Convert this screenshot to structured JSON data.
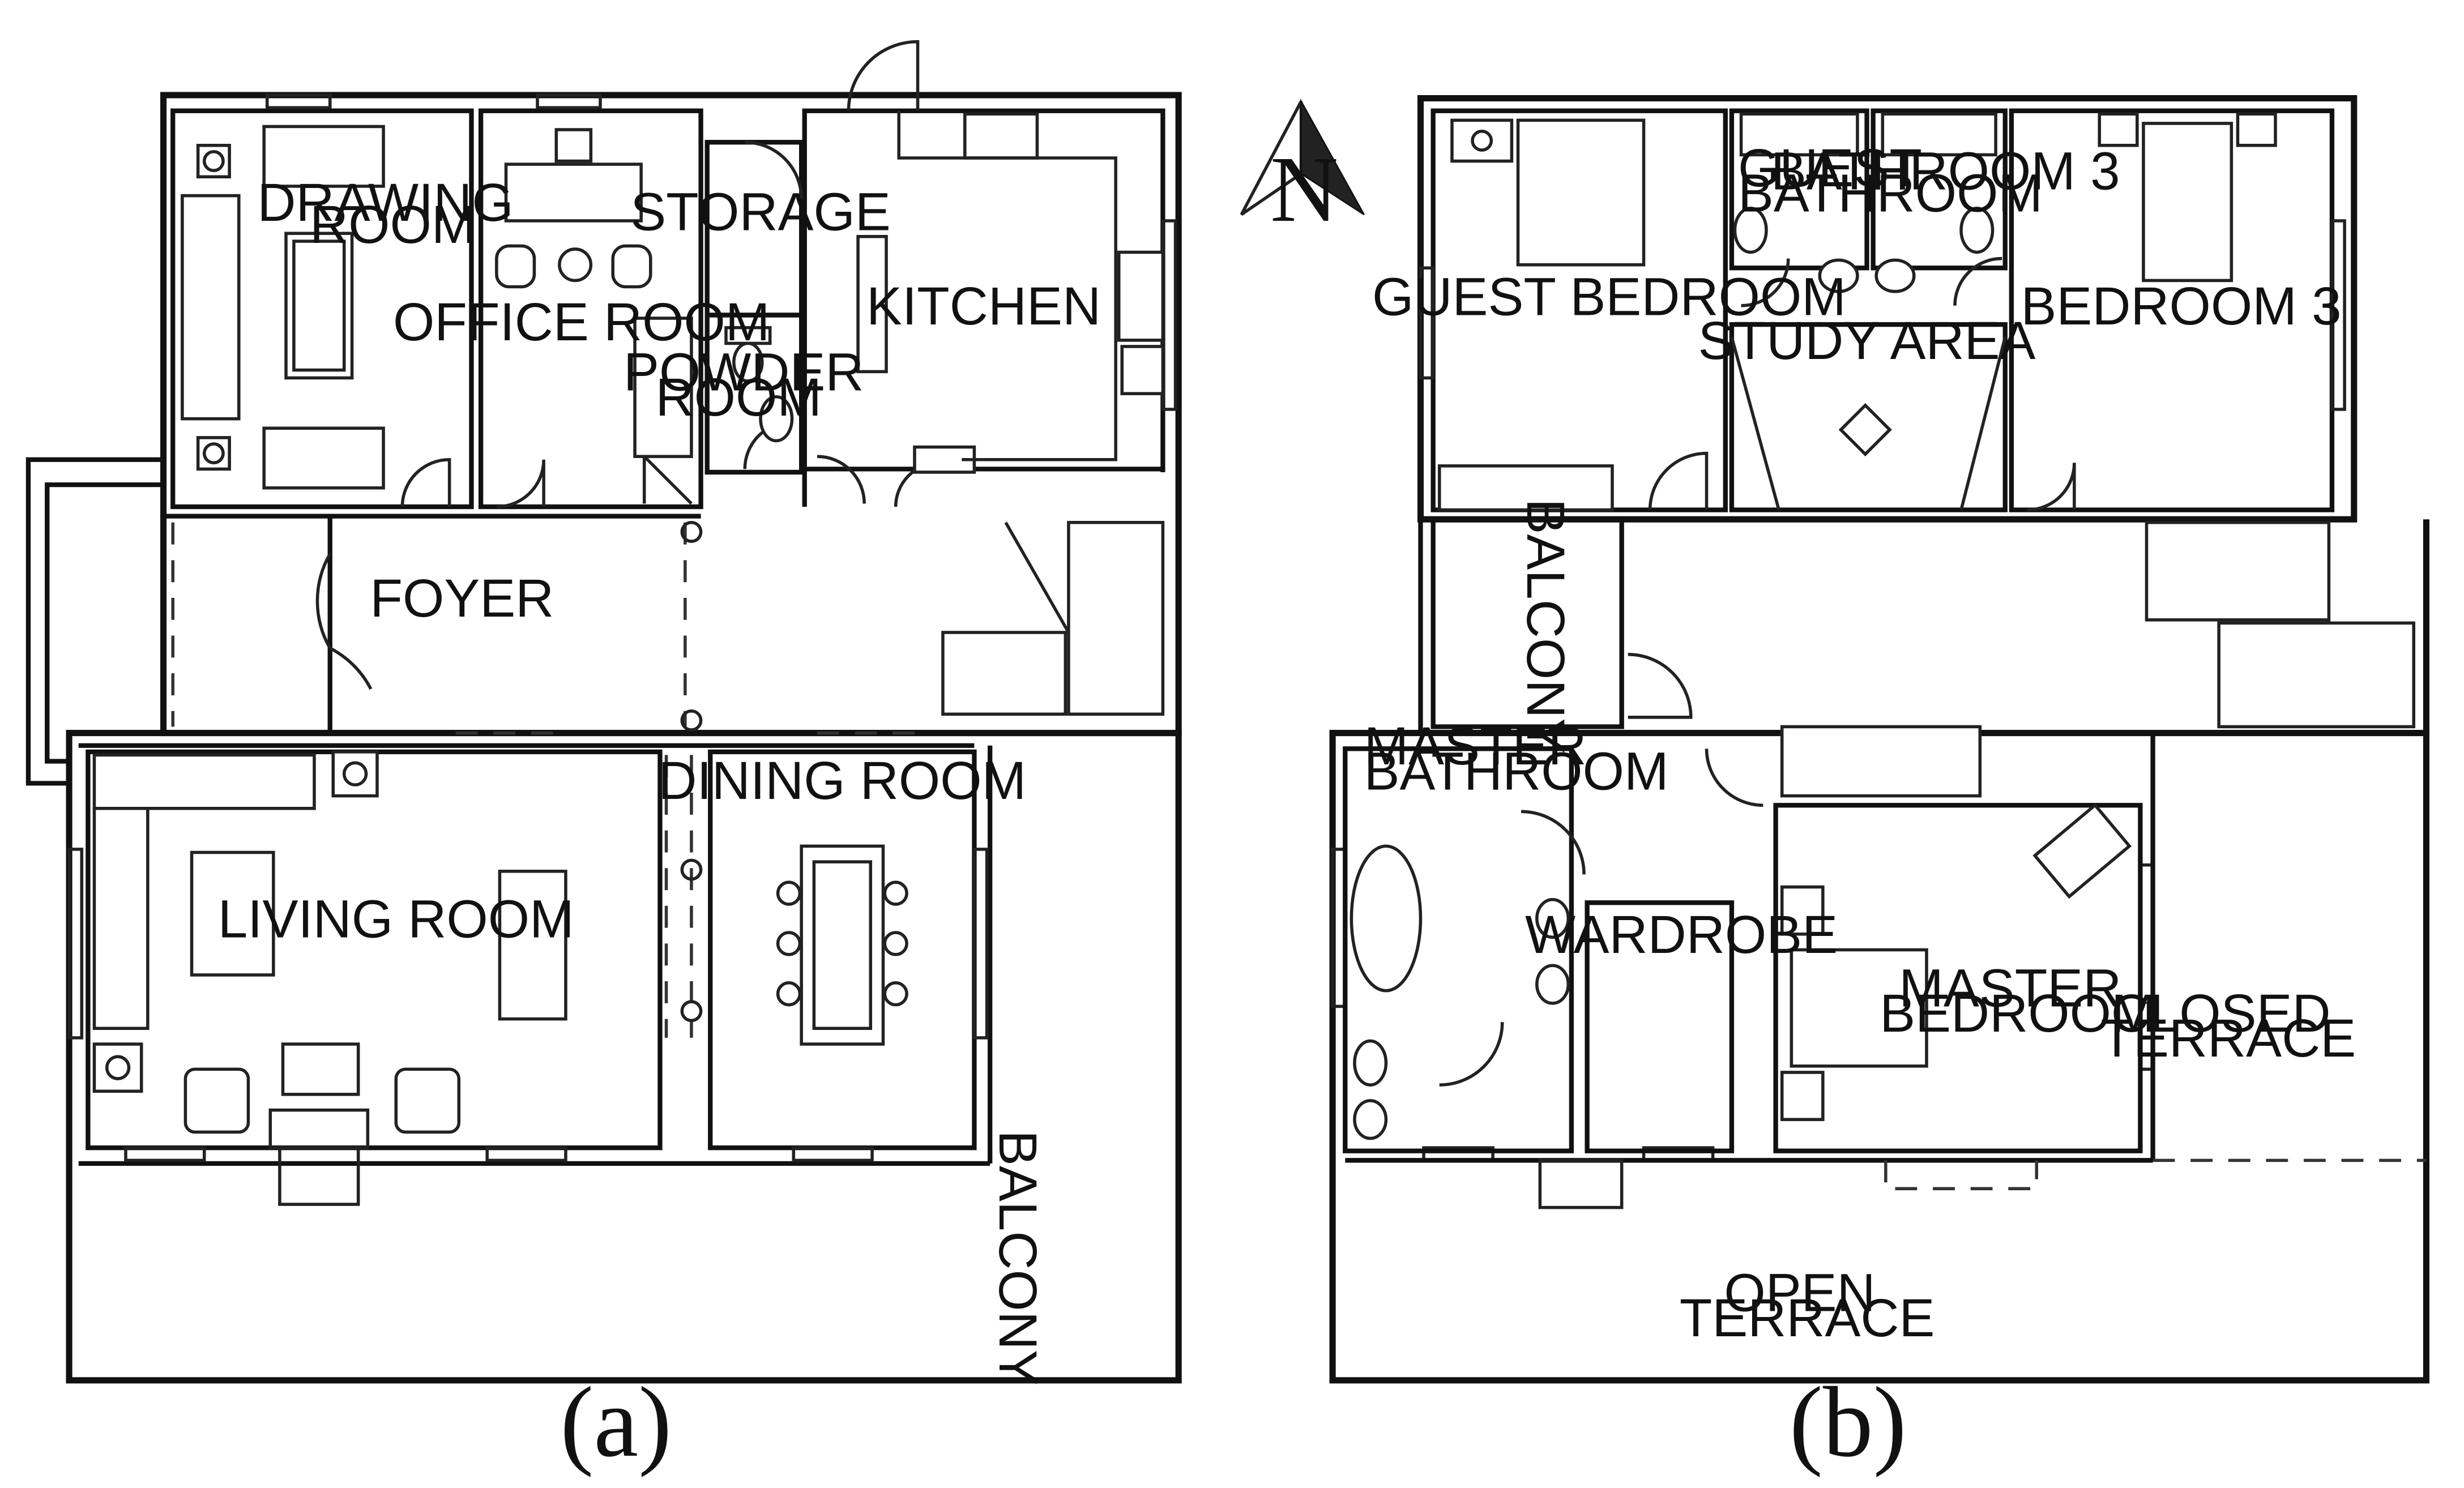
{
  "compass": {
    "label": "N"
  },
  "plan_a": {
    "caption": "(a)",
    "rooms": {
      "drawing_room": [
        "DRAWING",
        "ROOM"
      ],
      "office_room": "OFFICE ROOM",
      "storage": "STORAGE",
      "powder_room": [
        "POWDER",
        "ROOM"
      ],
      "kitchen": "KITCHEN",
      "foyer": "FOYER",
      "living_room": "LIVING ROOM",
      "dining_room": "DINING ROOM",
      "balcony": "BALCONY"
    }
  },
  "plan_b": {
    "caption": "(b)",
    "rooms": {
      "guest_bathroom": [
        "GUEST",
        "BATHROOM"
      ],
      "bathroom_3": "BATHROOM 3",
      "guest_bedroom": "GUEST BEDROOM",
      "study_area": "STUDY AREA",
      "bedroom_3": "BEDROOM 3",
      "balcony": "BALCONY",
      "master_bathroom": [
        "MASTER",
        "BATHROOM"
      ],
      "wardrobe": "WARDROBE",
      "master_bedroom": [
        "MASTER",
        "BEDROOM"
      ],
      "closed_terrace": [
        "CLOSED",
        "TERRACE"
      ],
      "open_terrace": [
        "OPEN",
        "TERRACE"
      ]
    }
  }
}
